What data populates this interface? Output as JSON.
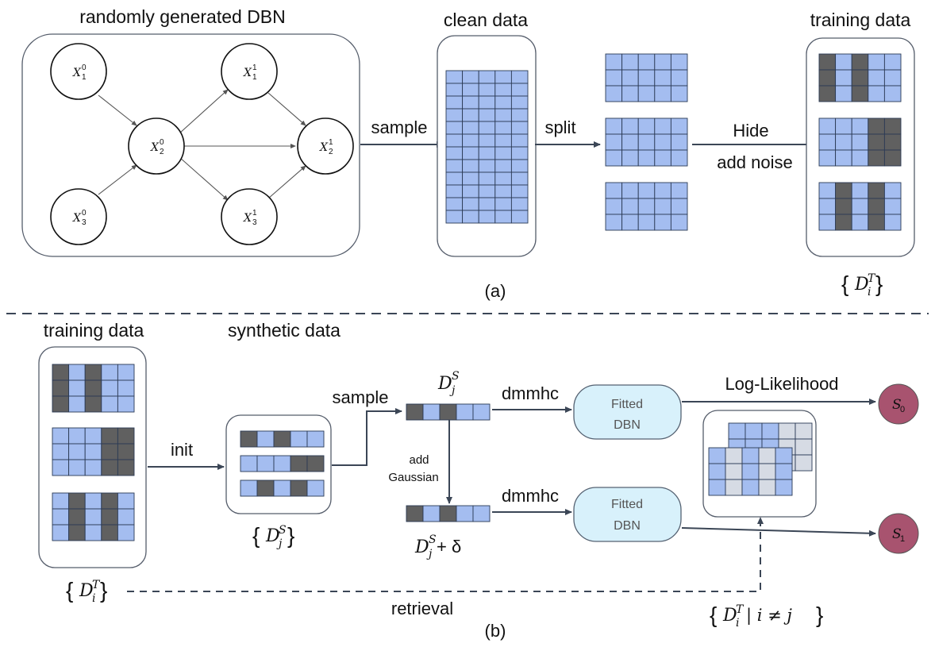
{
  "panel_a": {
    "caption": "(a)",
    "dbn_box_title": "randomly generated DBN",
    "clean_data_title": "clean data",
    "training_data_title": "training data",
    "nodes": [
      {
        "base": "X",
        "sup": "0",
        "sub": "1"
      },
      {
        "base": "X",
        "sup": "0",
        "sub": "2"
      },
      {
        "base": "X",
        "sup": "0",
        "sub": "3"
      },
      {
        "base": "X",
        "sup": "1",
        "sub": "1"
      },
      {
        "base": "X",
        "sup": "1",
        "sub": "2"
      },
      {
        "base": "X",
        "sup": "1",
        "sub": "3"
      }
    ],
    "arrow_sample": "sample",
    "arrow_split": "split",
    "arrow_hide": "Hide",
    "arrow_noise": "add noise",
    "set_label": {
      "open": "{",
      "base": "D",
      "sup": "T",
      "sub": "i",
      "close": "}"
    }
  },
  "panel_b": {
    "caption": "(b)",
    "training_data_title": "training data",
    "synthetic_data_title": "synthetic data",
    "arrow_init": "init",
    "arrow_sample": "sample",
    "arrow_dmmhc_top": "dmmhc",
    "arrow_dmmhc_bottom": "dmmhc",
    "add_gaussian_1": "add",
    "add_gaussian_2": "Gaussian",
    "log_likelihood": "Log-Likelihood",
    "retrieval": "retrieval",
    "fitted_top_1": "Fitted",
    "fitted_top_2": "DBN",
    "fitted_bottom_1": "Fitted",
    "fitted_bottom_2": "DBN",
    "djs_top": {
      "base": "D",
      "sup": "S",
      "sub": "j"
    },
    "djs_bottom": {
      "base": "D",
      "sup": "S",
      "sub": "j",
      "suffix": " + δ"
    },
    "synthetic_set": {
      "open": "{",
      "base": "D",
      "sup": "S",
      "sub": "j",
      "close": "}"
    },
    "training_set": {
      "open": "{",
      "base": "D",
      "sup": "T",
      "sub": "i",
      "close": "}"
    },
    "retrieved_set": {
      "open": "{",
      "base": "D",
      "sup": "T",
      "sub": "i",
      "mid": " | i ≠ j",
      "close": "}"
    },
    "score_0": {
      "base": "S",
      "sub": "0"
    },
    "score_1": {
      "base": "S",
      "sub": "1"
    }
  },
  "colors": {
    "cell_blue": "#a4bdf0",
    "cell_dark": "#606060",
    "cell_light": "#d6dbe4",
    "grid_line": "#2b3a55",
    "arrow": "#3b4656",
    "fitted_fill": "#d8f1fb",
    "score_fill": "#a8536f"
  }
}
